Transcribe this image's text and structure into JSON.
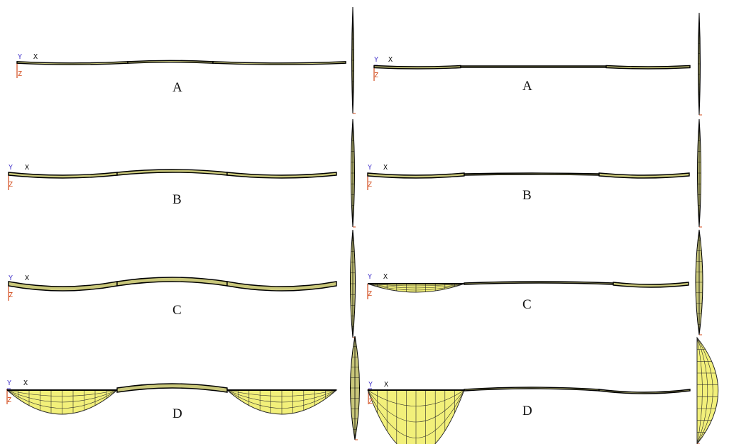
{
  "colors": {
    "fill": "#f2f07a",
    "fill_dark": "#c9c77a",
    "mesh": "#2a2a2a",
    "axis_z": "#d24a1a",
    "axis_y": "#4a3bcc"
  },
  "axis": {
    "y": "Y",
    "x": "X",
    "z": "Z"
  },
  "panels": [
    {
      "label": "A"
    },
    {
      "label": "B"
    },
    {
      "label": "C"
    },
    {
      "label": "D"
    },
    {
      "label": "A"
    },
    {
      "label": "B"
    },
    {
      "label": "C"
    },
    {
      "label": "D"
    }
  ]
}
